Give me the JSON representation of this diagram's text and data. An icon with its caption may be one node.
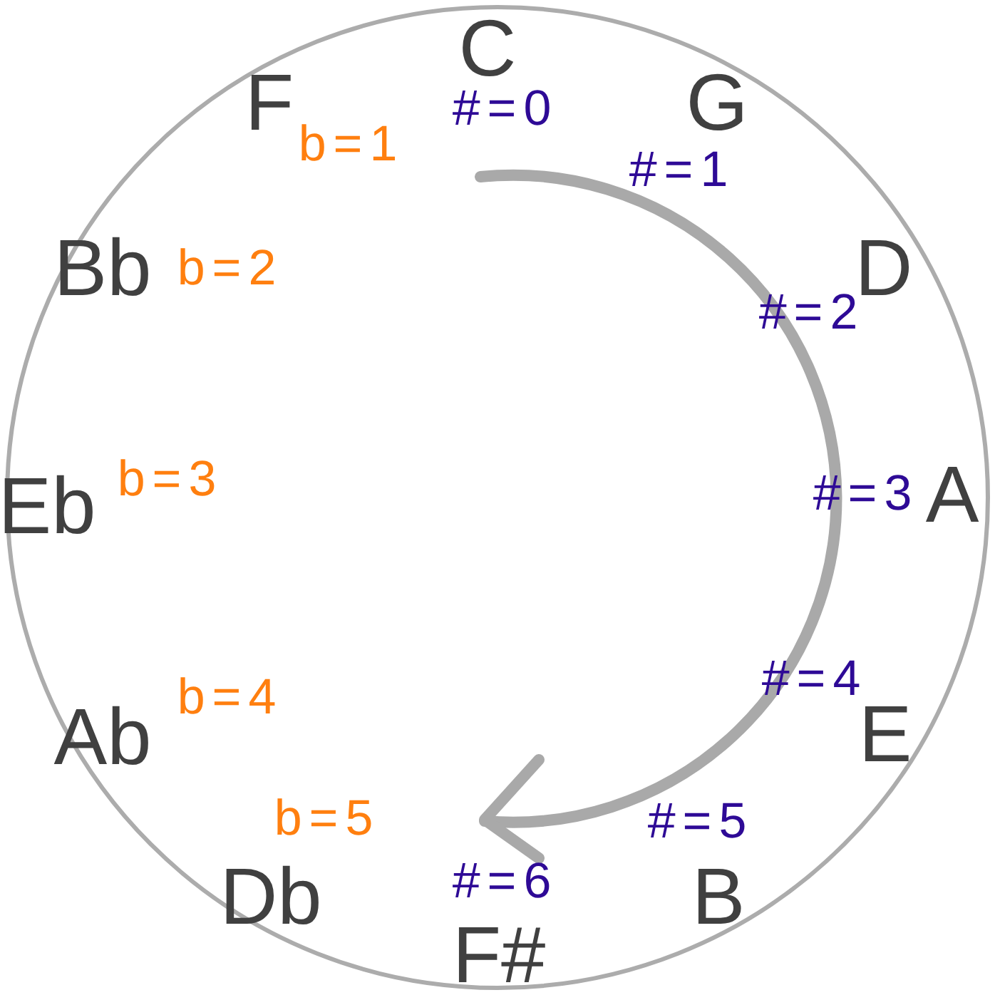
{
  "diagram": {
    "labels": [
      "C",
      "F",
      "#=0",
      "G",
      "b=1",
      "#=1",
      "Bb",
      "b=2",
      "D",
      "#=2",
      "Eb",
      "b=3",
      "#=3",
      "A",
      "Ab",
      "b=4",
      "#=4",
      "E",
      "b=5",
      "#=5",
      "Db",
      "#=6",
      "B",
      "F#"
    ]
  }
}
